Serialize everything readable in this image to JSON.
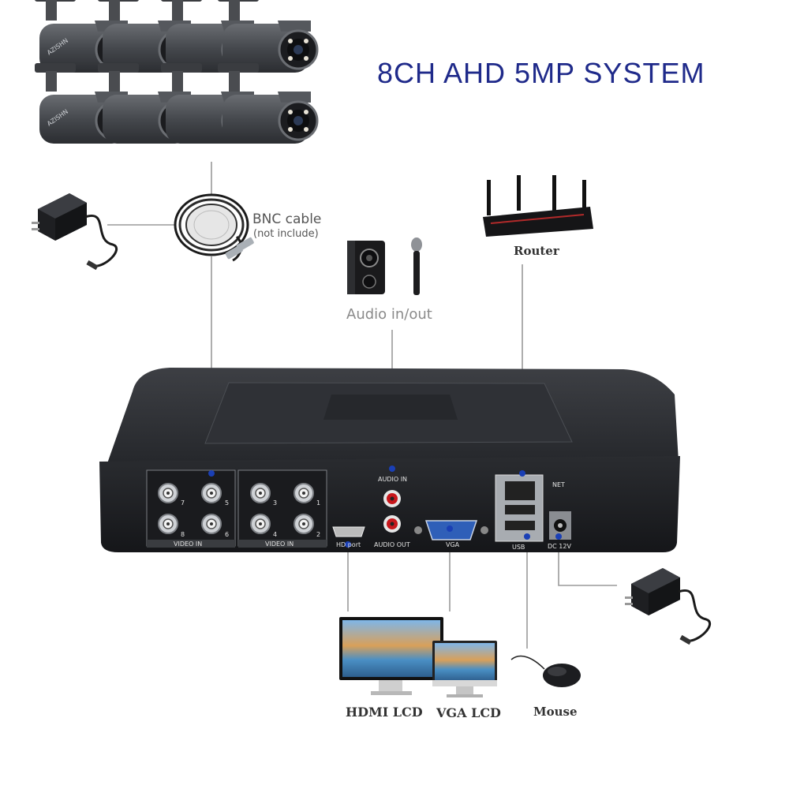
{
  "title": "8CH AHD 5MP SYSTEM",
  "camera_brand": "AZISHN",
  "labels": {
    "bnc_cable": "BNC cable",
    "bnc_note": "(not include)",
    "audio_in_out": "Audio in/out",
    "router": "Router",
    "hdmi_lcd": "HDMI LCD",
    "vga_lcd": "VGA LCD",
    "mouse": "Mouse"
  },
  "dvr_ports": {
    "video_in": "VIDEO IN",
    "audio_in": "AUDIO IN",
    "audio_out": "AUDIO OUT",
    "hd_port": "HD port",
    "vga": "VGA",
    "usb": "USB",
    "net": "NET",
    "dc": "DC 12V",
    "channels_left": [
      "7",
      "5",
      "8",
      "6"
    ],
    "channels_right": [
      "3",
      "1",
      "4",
      "2"
    ]
  },
  "colors": {
    "title": "#1f2a8a",
    "connector_dot": "#1a3fb5",
    "line": "#9a9a9a"
  },
  "icons": [
    "camera-icon",
    "power-adapter-icon",
    "bnc-cable-icon",
    "speaker-icon",
    "microphone-icon",
    "router-icon",
    "monitor-icon",
    "mouse-icon",
    "dvr-icon"
  ]
}
